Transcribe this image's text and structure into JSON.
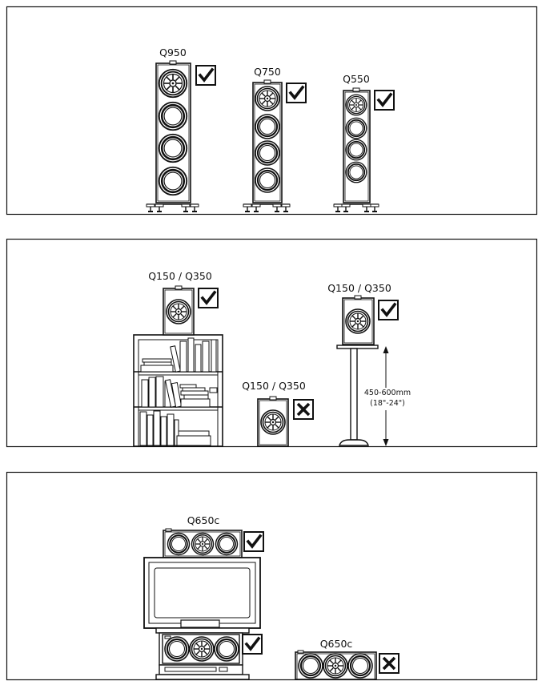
{
  "panel1": {
    "speakers": [
      {
        "label": "Q950",
        "placement": "floor",
        "approved": true
      },
      {
        "label": "Q750",
        "placement": "floor",
        "approved": true
      },
      {
        "label": "Q550",
        "placement": "floor",
        "approved": true
      }
    ]
  },
  "panel2": {
    "placements": [
      {
        "label": "Q150 / Q350",
        "placement": "bookshelf top",
        "approved": true
      },
      {
        "label": "Q150 / Q350",
        "placement": "floor",
        "approved": false
      },
      {
        "label": "Q150 / Q350",
        "placement": "stand",
        "approved": true
      }
    ],
    "stand_height": {
      "mm": "450-600mm",
      "inches": "(18\"-24\")"
    }
  },
  "panel3": {
    "placements": [
      {
        "label": "Q650c",
        "placement": "above TV",
        "approved": true
      },
      {
        "label": "",
        "placement": "below TV in cabinet",
        "approved": true
      },
      {
        "label": "Q650c",
        "placement": "floor",
        "approved": false
      }
    ]
  },
  "icons": {
    "approved": "check-icon",
    "rejected": "cross-icon"
  }
}
